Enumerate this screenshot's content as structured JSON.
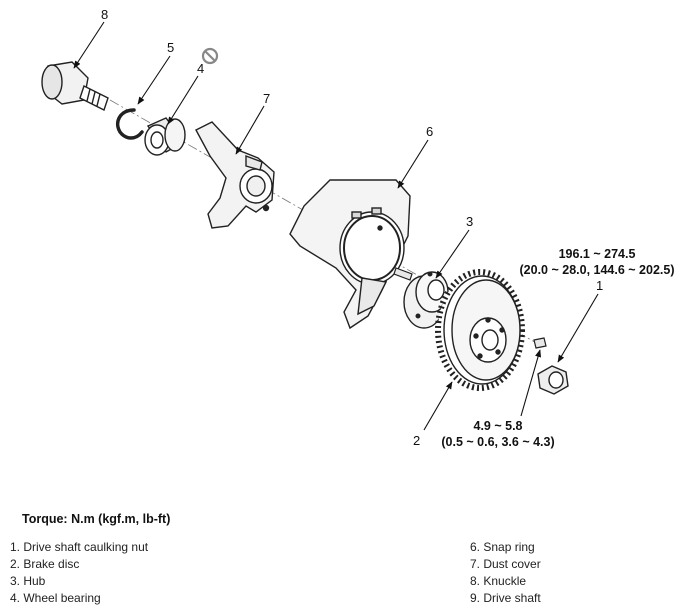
{
  "callouts": [
    "1",
    "2",
    "3",
    "4",
    "5",
    "6",
    "7",
    "8"
  ],
  "torque_hub_nut": {
    "line1": "196.1 ~ 274.5",
    "line2": "(20.0 ~ 28.0, 144.6 ~ 202.5)"
  },
  "torque_disc_screw": {
    "line1": "4.9 ~ 5.8",
    "line2": "(0.5 ~ 0.6, 3.6 ~ 4.3)"
  },
  "torque_heading": "Torque: N.m (kgf.m, lb-ft)",
  "legend_left": [
    "1. Drive shaft caulking nut",
    "2. Brake disc",
    "3. Hub",
    "4. Wheel bearing"
  ],
  "legend_right": [
    "6. Snap ring",
    "7. Dust cover",
    "8. Knuckle",
    "9. Drive shaft"
  ],
  "icons": {
    "do_not_reuse": "prohibition-icon"
  }
}
